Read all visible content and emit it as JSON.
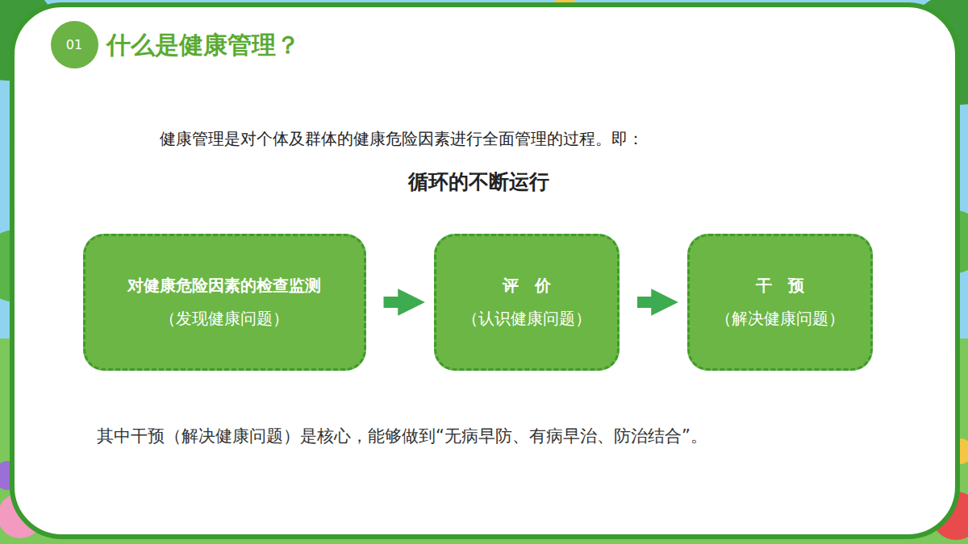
{
  "diagram": {
    "title": "什么是健康管理？",
    "nodes": [
      {
        "text": [
          "01"
        ]
      },
      {
        "text": [
          "对健康危险因素的检查监测",
          "（发现健康问题）"
        ]
      },
      {
        "text": [
          "评　价",
          "（认识健康问题）"
        ]
      },
      {
        "text": [
          "干　预",
          "（解决健康问题）"
        ]
      }
    ],
    "edges": [
      {
        "from": 1,
        "to": 2,
        "arrow": "to"
      },
      {
        "from": 2,
        "to": 3,
        "arrow": "to"
      }
    ],
    "labels": [
      "健康管理是对个体及群体的健康危险因素进行全面管理的过程。即：",
      "循环的不断运行",
      "其中干预（解决健康问题）是核心，能够做到“无病早防、有病早治、防治结合”。"
    ]
  }
}
